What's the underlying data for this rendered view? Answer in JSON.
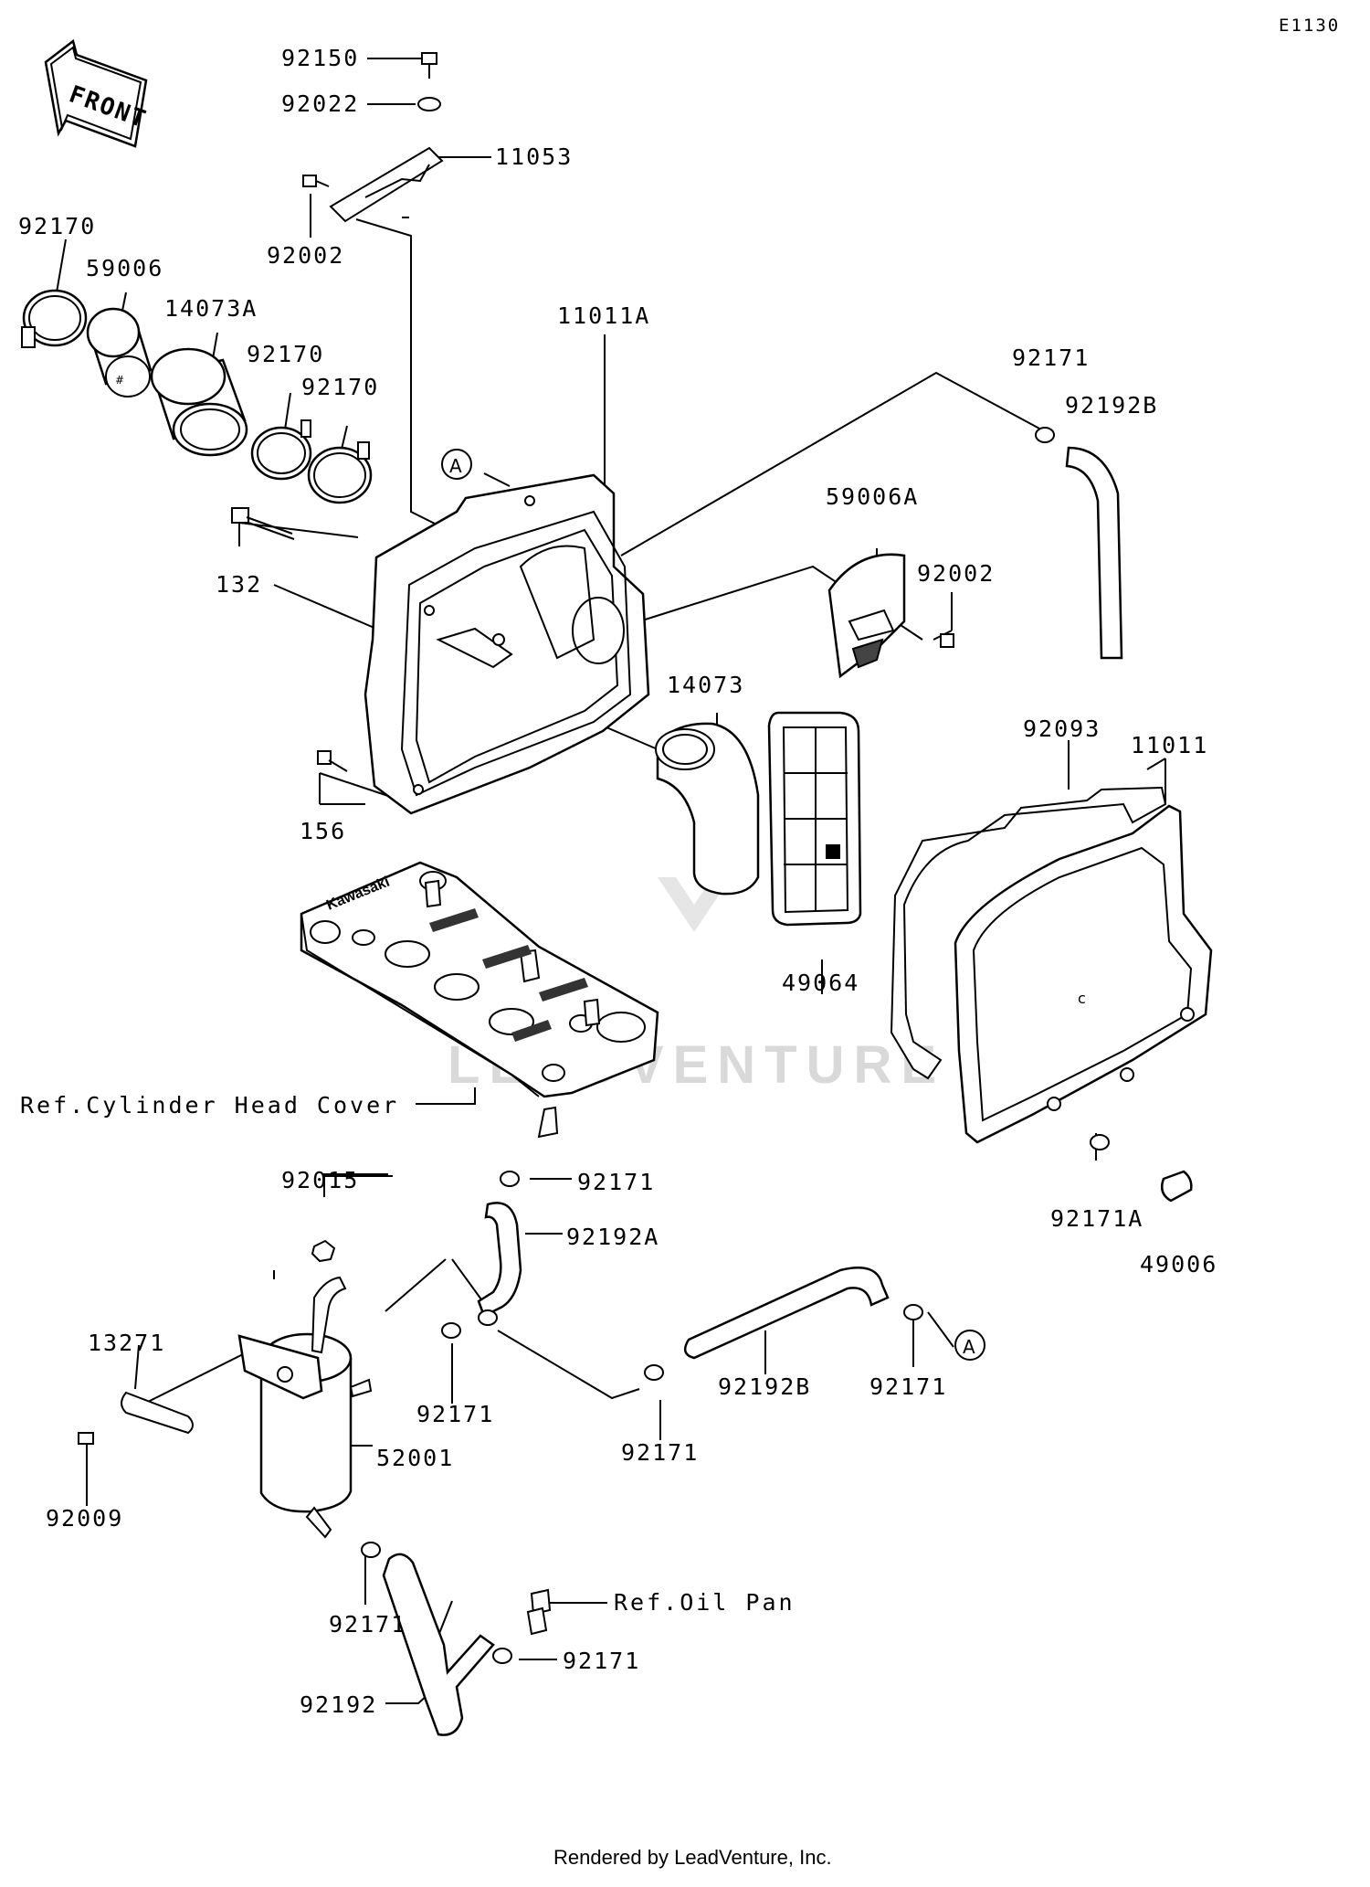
{
  "diagram_code": "E1130",
  "front_arrow_text": "FRONT",
  "rendered_by": "Rendered by LeadVenture, Inc.",
  "watermark": "LEADVENTURE",
  "callout_letter": "A",
  "part_labels": {
    "p92150": "92150",
    "p92022": "92022",
    "p11053": "11053",
    "p92002a": "92002",
    "p92170a": "92170",
    "p59006": "59006",
    "p14073A": "14073A",
    "p92170b": "92170",
    "p92170c": "92170",
    "p11011A": "11011A",
    "p132": "132",
    "p156": "156",
    "p92171a": "92171",
    "p92192Ba": "92192B",
    "p59006A": "59006A",
    "p92002b": "92002",
    "p14073": "14073",
    "p92093": "92093",
    "p11011": "11011",
    "p49064": "49064",
    "p92171b": "92171",
    "p92192A": "92192A",
    "p92015": "92015",
    "p13271": "13271",
    "p92009": "92009",
    "p92171c": "92171",
    "p52001": "52001",
    "p92171d": "92171",
    "p92192Bb": "92192B",
    "p92171e": "92171",
    "p92171A": "92171A",
    "p49006": "49006",
    "p92171f": "92171",
    "p92171g": "92171",
    "p92192": "92192"
  },
  "references": {
    "cylinder_head_cover": "Ref.Cylinder Head Cover",
    "oil_pan": "Ref.Oil Pan"
  },
  "valve_cover_brand": "Kawasaki"
}
